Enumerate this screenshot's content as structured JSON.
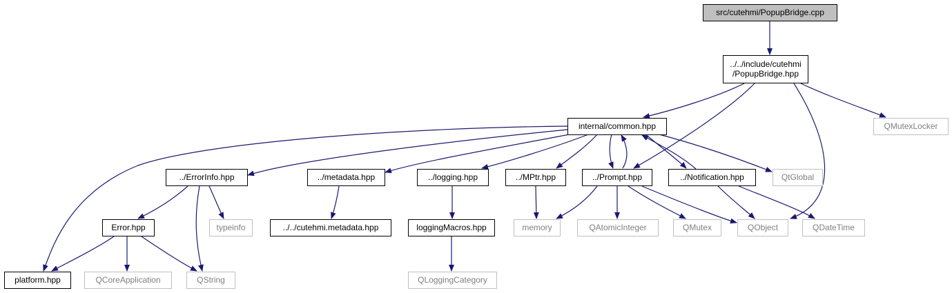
{
  "colors": {
    "edge": "#191970",
    "local_border": "#000000",
    "system_border": "#bfbfbf",
    "system_text": "#7f7f7f",
    "root_fill": "#bfbfbf"
  },
  "nodes": {
    "root": {
      "kind": "root",
      "lines": [
        "src/cutehmi/PopupBridge.cpp"
      ]
    },
    "popupbridge": {
      "kind": "local",
      "lines": [
        "../../include/cutehmi",
        "/PopupBridge.hpp"
      ]
    },
    "common": {
      "kind": "local",
      "lines": [
        "internal/common.hpp"
      ]
    },
    "qmutexlocker": {
      "kind": "system",
      "lines": [
        "QMutexLocker"
      ]
    },
    "errorinfo": {
      "kind": "local",
      "lines": [
        "../ErrorInfo.hpp"
      ]
    },
    "metadata": {
      "kind": "local",
      "lines": [
        "../metadata.hpp"
      ]
    },
    "logging": {
      "kind": "local",
      "lines": [
        "../logging.hpp"
      ]
    },
    "mptr": {
      "kind": "local",
      "lines": [
        "../MPtr.hpp"
      ]
    },
    "prompt": {
      "kind": "local",
      "lines": [
        "../Prompt.hpp"
      ]
    },
    "notification": {
      "kind": "local",
      "lines": [
        "../Notification.hpp"
      ]
    },
    "qtglobal": {
      "kind": "system",
      "lines": [
        "QtGlobal"
      ]
    },
    "error": {
      "kind": "local",
      "lines": [
        "Error.hpp"
      ]
    },
    "typeinfo": {
      "kind": "system",
      "lines": [
        "typeinfo"
      ]
    },
    "cutehmimeta": {
      "kind": "local",
      "lines": [
        "../../cutehmi.metadata.hpp"
      ]
    },
    "loggingmacros": {
      "kind": "local",
      "lines": [
        "loggingMacros.hpp"
      ]
    },
    "memory": {
      "kind": "system",
      "lines": [
        "memory"
      ]
    },
    "qatomicinteger": {
      "kind": "system",
      "lines": [
        "QAtomicInteger"
      ]
    },
    "qmutex": {
      "kind": "system",
      "lines": [
        "QMutex"
      ]
    },
    "qobject": {
      "kind": "system",
      "lines": [
        "QObject"
      ]
    },
    "qdatetime": {
      "kind": "system",
      "lines": [
        "QDateTime"
      ]
    },
    "platform": {
      "kind": "local",
      "lines": [
        "platform.hpp"
      ]
    },
    "qcoreapp": {
      "kind": "system",
      "lines": [
        "QCoreApplication"
      ]
    },
    "qstring": {
      "kind": "system",
      "lines": [
        "QString"
      ]
    },
    "qloggingcat": {
      "kind": "system",
      "lines": [
        "QLoggingCategory"
      ]
    }
  },
  "edges": [
    [
      "root",
      "popupbridge"
    ],
    [
      "popupbridge",
      "common"
    ],
    [
      "popupbridge",
      "prompt"
    ],
    [
      "popupbridge",
      "qobject"
    ],
    [
      "popupbridge",
      "qmutexlocker"
    ],
    [
      "common",
      "platform"
    ],
    [
      "common",
      "errorinfo"
    ],
    [
      "common",
      "metadata"
    ],
    [
      "common",
      "logging"
    ],
    [
      "common",
      "mptr"
    ],
    [
      "common",
      "prompt"
    ],
    [
      "common",
      "notification"
    ],
    [
      "common",
      "qtglobal"
    ],
    [
      "prompt",
      "common"
    ],
    [
      "notification",
      "common"
    ],
    [
      "errorinfo",
      "error"
    ],
    [
      "errorinfo",
      "qstring"
    ],
    [
      "errorinfo",
      "typeinfo"
    ],
    [
      "metadata",
      "cutehmimeta"
    ],
    [
      "logging",
      "loggingmacros"
    ],
    [
      "loggingmacros",
      "qloggingcat"
    ],
    [
      "mptr",
      "memory"
    ],
    [
      "prompt",
      "memory"
    ],
    [
      "prompt",
      "qatomicinteger"
    ],
    [
      "prompt",
      "qmutex"
    ],
    [
      "prompt",
      "qobject"
    ],
    [
      "notification",
      "qobject"
    ],
    [
      "notification",
      "qdatetime"
    ],
    [
      "error",
      "platform"
    ],
    [
      "error",
      "qcoreapp"
    ],
    [
      "error",
      "qstring"
    ]
  ]
}
